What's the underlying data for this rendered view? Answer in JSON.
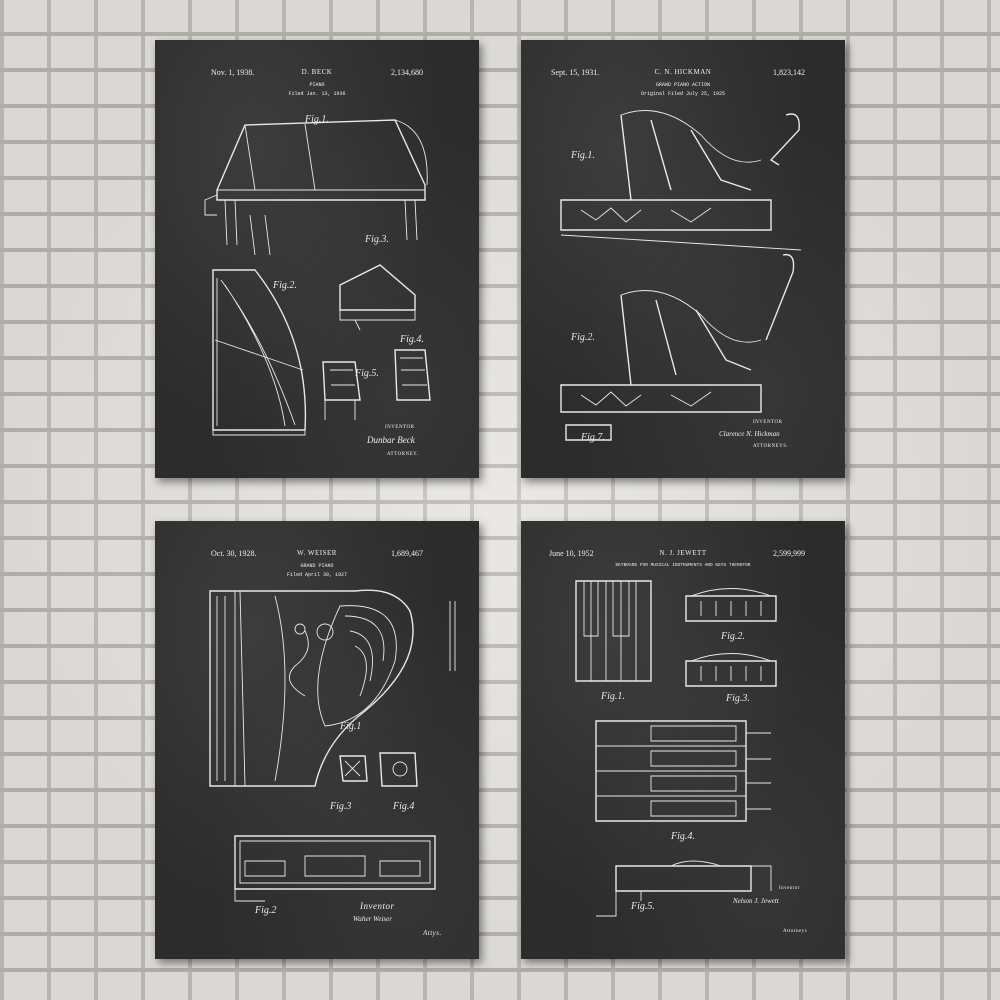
{
  "posters": [
    {
      "date": "Nov. 1, 1938.",
      "inventor": "D. BECK",
      "patent_no": "2,134,680",
      "subject": "PIANO",
      "filed": "Filed Jan. 13, 1936",
      "figures": [
        "Fig.1.",
        "Fig.2.",
        "Fig.3.",
        "Fig.4.",
        "Fig.5."
      ],
      "sign_label": "INVENTOR",
      "sign_name": "Dunbar Beck",
      "sign_attorney": "ATTORNEY."
    },
    {
      "date": "Sept. 15, 1931.",
      "inventor": "C. N. HICKMAN",
      "patent_no": "1,823,142",
      "subject": "GRAND PIANO ACTION",
      "filed": "Original Filed July 25, 1925",
      "figures": [
        "Fig.1.",
        "Fig.2.",
        "Fig.7."
      ],
      "sign_label": "INVENTOR",
      "sign_name": "Clarence N. Hickman",
      "sign_attorney": "ATTORNEYS."
    },
    {
      "date": "Oct. 30, 1928.",
      "inventor": "W. WEISER",
      "patent_no": "1,689,467",
      "subject": "GRAND PIANO",
      "filed": "Filed April 30, 1927",
      "figures": [
        "Fig.1",
        "Fig.2",
        "Fig.3",
        "Fig.4"
      ],
      "sign_label": "Inventor",
      "sign_name": "Walter Weiser",
      "sign_attorney": "Attys."
    },
    {
      "date": "June 10, 1952",
      "inventor": "N. J. JEWETT",
      "patent_no": "2,599,999",
      "subject": "KEYBOARD FOR MUSICAL INSTRUMENTS AND KEYS THEREFOR",
      "filed": "",
      "figures": [
        "Fig.1.",
        "Fig.2.",
        "Fig.3.",
        "Fig.4.",
        "Fig.5."
      ],
      "sign_label": "Inventor",
      "sign_name": "Nelson J. Jewett",
      "sign_attorney": "Attorneys"
    }
  ]
}
